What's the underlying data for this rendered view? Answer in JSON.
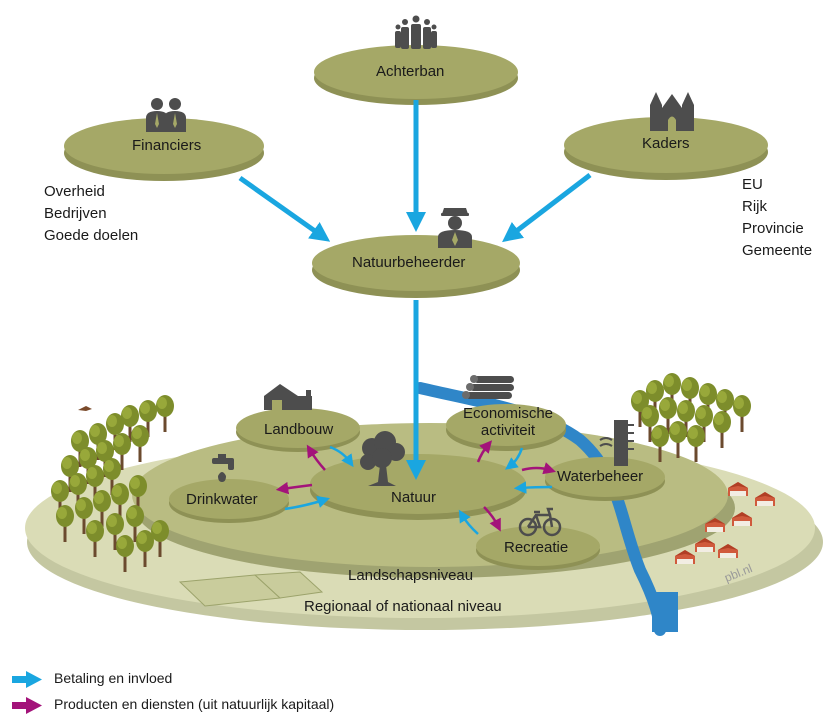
{
  "nodes": {
    "achterban": "Achterban",
    "financiers": "Financiers",
    "kaders": "Kaders",
    "natuurbeheerder": "Natuurbeheerder",
    "natuur": "Natuur",
    "landbouw": "Landbouw",
    "economische_activiteit": "Economische activiteit",
    "drinkwater": "Drinkwater",
    "waterbeheer": "Waterbeheer",
    "recreatie": "Recreatie"
  },
  "levels": {
    "landschap": "Landschapsniveau",
    "regionaal": "Regionaal of nationaal niveau"
  },
  "financiers_list": [
    "Overheid",
    "Bedrijven",
    "Goede doelen"
  ],
  "kaders_list": [
    "EU",
    "Rijk",
    "Provincie",
    "Gemeente"
  ],
  "credit": "pbl.nl",
  "legend": [
    {
      "label": "Betaling en invloed",
      "color": "#1aa6e0"
    },
    {
      "label": "Producten en diensten (uit natuurlijk kapitaal)",
      "color": "#a3137a"
    }
  ],
  "icons": [
    "people-group-icon",
    "business-people-icon",
    "church-icon",
    "ranger-icon",
    "tree-icon",
    "barn-icon",
    "logs-icon",
    "tap-icon",
    "water-gauge-icon",
    "bicycle-icon"
  ],
  "colors": {
    "node": "#a5a867",
    "ground_outer": "#d9dcb4",
    "ground_inner": "#b9bc82",
    "river": "#2f86c8",
    "blue_arrow": "#1aa6e0",
    "magenta_arrow": "#a3137a"
  }
}
